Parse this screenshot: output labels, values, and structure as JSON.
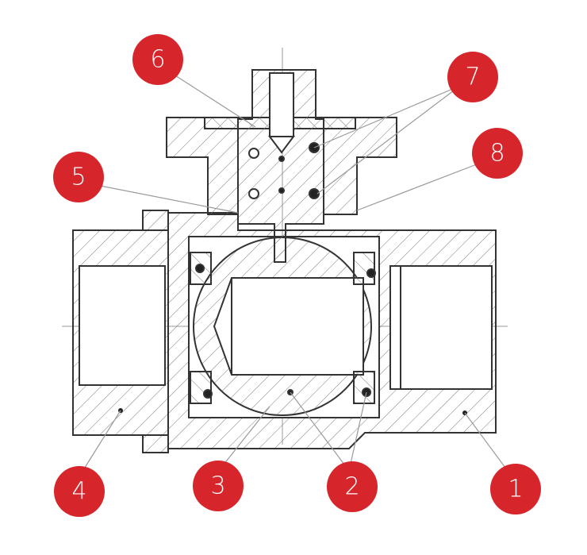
{
  "diagram": {
    "colors": {
      "line": "#3a3a3a",
      "hatch": "#6a6a6a",
      "callout": "#d7262b",
      "callout_text": "#ffffff",
      "leader": "#9a9a9a"
    },
    "callouts": [
      {
        "id": "c1",
        "label": "1"
      },
      {
        "id": "c2",
        "label": "2"
      },
      {
        "id": "c3",
        "label": "3"
      },
      {
        "id": "c4",
        "label": "4"
      },
      {
        "id": "c5",
        "label": "5"
      },
      {
        "id": "c6",
        "label": "6"
      },
      {
        "id": "c7",
        "label": "7"
      },
      {
        "id": "c8",
        "label": "8"
      }
    ]
  }
}
